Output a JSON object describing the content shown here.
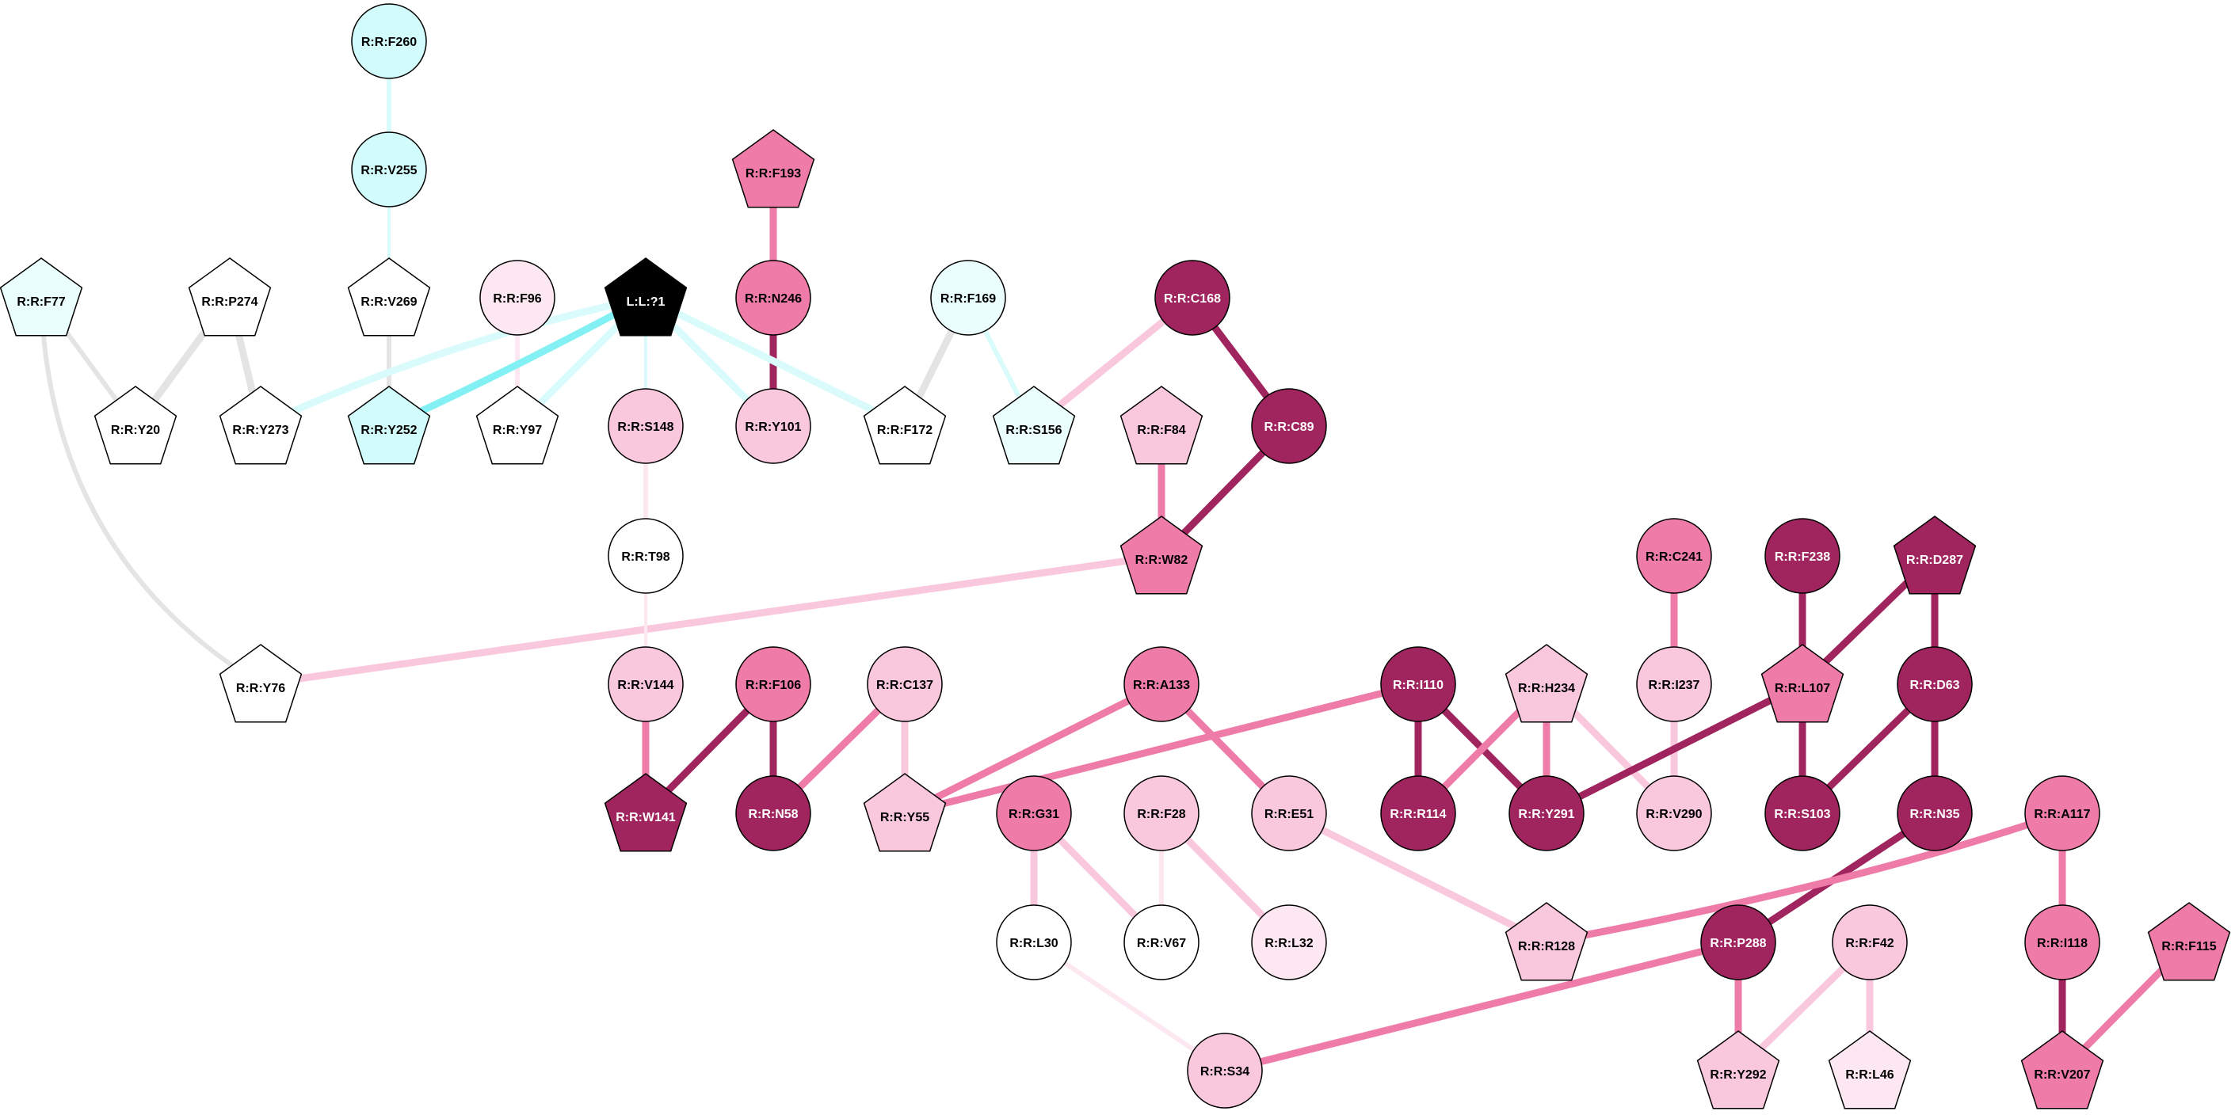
{
  "palette": {
    "white": "#ffffff",
    "cyan_light": "#eafefe",
    "cyan": "#d2fcfc",
    "pink_pale": "#fde8f1",
    "pink_light": "#f9c8dc",
    "pink": "#ef7ba8",
    "magenta_dark": "#a0245d",
    "black": "#000000",
    "edge_gray": "#e4e4e4",
    "edge_cyan_pale": "#d9fbfb",
    "edge_cyan": "#83f1f3"
  },
  "nodes": [
    {
      "id": "F260",
      "label": "R:R:F260",
      "shape": "circle",
      "fill": "cyan"
    },
    {
      "id": "V255",
      "label": "R:R:V255",
      "shape": "circle",
      "fill": "cyan"
    },
    {
      "id": "F193",
      "label": "R:R:F193",
      "shape": "pentagon",
      "fill": "pink"
    },
    {
      "id": "F77",
      "label": "R:R:F77",
      "shape": "pentagon",
      "fill": "cyan_light"
    },
    {
      "id": "P274",
      "label": "R:R:P274",
      "shape": "pentagon",
      "fill": "white"
    },
    {
      "id": "V269",
      "label": "R:R:V269",
      "shape": "pentagon",
      "fill": "white"
    },
    {
      "id": "F96",
      "label": "R:R:F96",
      "shape": "circle",
      "fill": "pink_pale"
    },
    {
      "id": "L1",
      "label": "L:L:?1",
      "shape": "pentagon",
      "fill": "black"
    },
    {
      "id": "N246",
      "label": "R:R:N246",
      "shape": "circle",
      "fill": "pink"
    },
    {
      "id": "F169",
      "label": "R:R:F169",
      "shape": "circle",
      "fill": "cyan_light"
    },
    {
      "id": "C168",
      "label": "R:R:C168",
      "shape": "circle",
      "fill": "magenta_dark"
    },
    {
      "id": "Y20",
      "label": "R:R:Y20",
      "shape": "pentagon",
      "fill": "white"
    },
    {
      "id": "Y273",
      "label": "R:R:Y273",
      "shape": "pentagon",
      "fill": "white"
    },
    {
      "id": "Y252",
      "label": "R:R:Y252",
      "shape": "pentagon",
      "fill": "cyan"
    },
    {
      "id": "Y97",
      "label": "R:R:Y97",
      "shape": "pentagon",
      "fill": "white"
    },
    {
      "id": "S148",
      "label": "R:R:S148",
      "shape": "circle",
      "fill": "pink_light"
    },
    {
      "id": "Y101",
      "label": "R:R:Y101",
      "shape": "circle",
      "fill": "pink_light"
    },
    {
      "id": "F172",
      "label": "R:R:F172",
      "shape": "pentagon",
      "fill": "white"
    },
    {
      "id": "S156",
      "label": "R:R:S156",
      "shape": "pentagon",
      "fill": "cyan_light"
    },
    {
      "id": "F84",
      "label": "R:R:F84",
      "shape": "pentagon",
      "fill": "pink_light"
    },
    {
      "id": "C89",
      "label": "R:R:C89",
      "shape": "circle",
      "fill": "magenta_dark"
    },
    {
      "id": "T98",
      "label": "R:R:T98",
      "shape": "circle",
      "fill": "white"
    },
    {
      "id": "W82",
      "label": "R:R:W82",
      "shape": "pentagon",
      "fill": "pink"
    },
    {
      "id": "C241",
      "label": "R:R:C241",
      "shape": "circle",
      "fill": "pink"
    },
    {
      "id": "F238",
      "label": "R:R:F238",
      "shape": "circle",
      "fill": "magenta_dark"
    },
    {
      "id": "D287",
      "label": "R:R:D287",
      "shape": "pentagon",
      "fill": "magenta_dark"
    },
    {
      "id": "Y76",
      "label": "R:R:Y76",
      "shape": "pentagon",
      "fill": "white"
    },
    {
      "id": "V144",
      "label": "R:R:V144",
      "shape": "circle",
      "fill": "pink_light"
    },
    {
      "id": "F106",
      "label": "R:R:F106",
      "shape": "circle",
      "fill": "pink"
    },
    {
      "id": "C137",
      "label": "R:R:C137",
      "shape": "circle",
      "fill": "pink_light"
    },
    {
      "id": "A133",
      "label": "R:R:A133",
      "shape": "circle",
      "fill": "pink"
    },
    {
      "id": "I110",
      "label": "R:R:I110",
      "shape": "circle",
      "fill": "magenta_dark"
    },
    {
      "id": "H234",
      "label": "R:R:H234",
      "shape": "pentagon",
      "fill": "pink_light"
    },
    {
      "id": "I237",
      "label": "R:R:I237",
      "shape": "circle",
      "fill": "pink_light"
    },
    {
      "id": "L107",
      "label": "R:R:L107",
      "shape": "pentagon",
      "fill": "pink"
    },
    {
      "id": "D63",
      "label": "R:R:D63",
      "shape": "circle",
      "fill": "magenta_dark"
    },
    {
      "id": "W141",
      "label": "R:R:W141",
      "shape": "pentagon",
      "fill": "magenta_dark"
    },
    {
      "id": "N58",
      "label": "R:R:N58",
      "shape": "circle",
      "fill": "magenta_dark"
    },
    {
      "id": "Y55",
      "label": "R:R:Y55",
      "shape": "pentagon",
      "fill": "pink_light"
    },
    {
      "id": "G31",
      "label": "R:R:G31",
      "shape": "circle",
      "fill": "pink"
    },
    {
      "id": "F28",
      "label": "R:R:F28",
      "shape": "circle",
      "fill": "pink_light"
    },
    {
      "id": "E51",
      "label": "R:R:E51",
      "shape": "circle",
      "fill": "pink_light"
    },
    {
      "id": "R114",
      "label": "R:R:R114",
      "shape": "circle",
      "fill": "magenta_dark"
    },
    {
      "id": "Y291",
      "label": "R:R:Y291",
      "shape": "circle",
      "fill": "magenta_dark"
    },
    {
      "id": "V290",
      "label": "R:R:V290",
      "shape": "circle",
      "fill": "pink_light"
    },
    {
      "id": "S103",
      "label": "R:R:S103",
      "shape": "circle",
      "fill": "magenta_dark"
    },
    {
      "id": "N35",
      "label": "R:R:N35",
      "shape": "circle",
      "fill": "magenta_dark"
    },
    {
      "id": "A117",
      "label": "R:R:A117",
      "shape": "circle",
      "fill": "pink"
    },
    {
      "id": "L30",
      "label": "R:R:L30",
      "shape": "circle",
      "fill": "white"
    },
    {
      "id": "V67",
      "label": "R:R:V67",
      "shape": "circle",
      "fill": "white"
    },
    {
      "id": "L32",
      "label": "R:R:L32",
      "shape": "circle",
      "fill": "pink_pale"
    },
    {
      "id": "R128",
      "label": "R:R:R128",
      "shape": "pentagon",
      "fill": "pink_light"
    },
    {
      "id": "P288",
      "label": "R:R:P288",
      "shape": "circle",
      "fill": "magenta_dark"
    },
    {
      "id": "F42",
      "label": "R:R:F42",
      "shape": "circle",
      "fill": "pink_light"
    },
    {
      "id": "I118",
      "label": "R:R:I118",
      "shape": "circle",
      "fill": "pink"
    },
    {
      "id": "F115",
      "label": "R:R:F115",
      "shape": "pentagon",
      "fill": "pink"
    },
    {
      "id": "S34",
      "label": "R:R:S34",
      "shape": "circle",
      "fill": "pink_light"
    },
    {
      "id": "Y292",
      "label": "R:R:Y292",
      "shape": "pentagon",
      "fill": "pink_light"
    },
    {
      "id": "L46",
      "label": "R:R:L46",
      "shape": "pentagon",
      "fill": "pink_pale"
    },
    {
      "id": "V207",
      "label": "R:R:V207",
      "shape": "pentagon",
      "fill": "pink"
    }
  ],
  "edges": [
    {
      "source": "F260",
      "target": "V255",
      "color": "edge_cyan_pale",
      "weight": "medium"
    },
    {
      "source": "V255",
      "target": "V269",
      "color": "edge_cyan_pale",
      "weight": "thin"
    },
    {
      "source": "V269",
      "target": "Y252",
      "color": "edge_gray",
      "weight": "medium"
    },
    {
      "source": "F193",
      "target": "N246",
      "color": "pink",
      "weight": "thick"
    },
    {
      "source": "N246",
      "target": "Y101",
      "color": "magenta_dark",
      "weight": "thick"
    },
    {
      "source": "F77",
      "target": "Y20",
      "color": "edge_gray",
      "weight": "medium"
    },
    {
      "source": "F77",
      "target": "Y76",
      "color": "edge_gray",
      "weight": "medium",
      "curved": true
    },
    {
      "source": "P274",
      "target": "Y20",
      "color": "edge_gray",
      "weight": "thick"
    },
    {
      "source": "P274",
      "target": "Y273",
      "color": "edge_gray",
      "weight": "thick"
    },
    {
      "source": "F96",
      "target": "Y97",
      "color": "pink_pale",
      "weight": "medium"
    },
    {
      "source": "L1",
      "target": "Y273",
      "color": "edge_cyan_pale",
      "weight": "thick",
      "curved": true
    },
    {
      "source": "L1",
      "target": "Y252",
      "color": "edge_cyan",
      "weight": "thick",
      "curved": true
    },
    {
      "source": "L1",
      "target": "Y97",
      "color": "edge_cyan_pale",
      "weight": "thick"
    },
    {
      "source": "L1",
      "target": "S148",
      "color": "edge_cyan_pale",
      "weight": "thin"
    },
    {
      "source": "L1",
      "target": "Y101",
      "color": "edge_cyan_pale",
      "weight": "thick"
    },
    {
      "source": "L1",
      "target": "F172",
      "color": "edge_cyan_pale",
      "weight": "thick"
    },
    {
      "source": "F169",
      "target": "F172",
      "color": "edge_gray",
      "weight": "thick"
    },
    {
      "source": "F169",
      "target": "S156",
      "color": "edge_cyan_pale",
      "weight": "medium"
    },
    {
      "source": "C168",
      "target": "S156",
      "color": "pink_light",
      "weight": "thick"
    },
    {
      "source": "C168",
      "target": "C89",
      "color": "magenta_dark",
      "weight": "thick"
    },
    {
      "source": "C89",
      "target": "W82",
      "color": "magenta_dark",
      "weight": "thick"
    },
    {
      "source": "F84",
      "target": "W82",
      "color": "pink",
      "weight": "thick"
    },
    {
      "source": "W82",
      "target": "Y76",
      "color": "pink_light",
      "weight": "thick"
    },
    {
      "source": "S148",
      "target": "T98",
      "color": "pink_pale",
      "weight": "medium"
    },
    {
      "source": "T98",
      "target": "V144",
      "color": "pink_pale",
      "weight": "thin"
    },
    {
      "source": "V144",
      "target": "W141",
      "color": "pink",
      "weight": "thick"
    },
    {
      "source": "F106",
      "target": "W141",
      "color": "magenta_dark",
      "weight": "thick"
    },
    {
      "source": "F106",
      "target": "N58",
      "color": "magenta_dark",
      "weight": "thick"
    },
    {
      "source": "C137",
      "target": "N58",
      "color": "pink",
      "weight": "thick"
    },
    {
      "source": "C137",
      "target": "Y55",
      "color": "pink_light",
      "weight": "thick"
    },
    {
      "source": "A133",
      "target": "Y55",
      "color": "pink",
      "weight": "thick"
    },
    {
      "source": "I110",
      "target": "Y55",
      "color": "pink",
      "weight": "thick"
    },
    {
      "source": "A133",
      "target": "E51",
      "color": "pink",
      "weight": "thick"
    },
    {
      "source": "E51",
      "target": "R128",
      "color": "pink_light",
      "weight": "thick"
    },
    {
      "source": "I110",
      "target": "R114",
      "color": "magenta_dark",
      "weight": "thick"
    },
    {
      "source": "I110",
      "target": "Y291",
      "color": "magenta_dark",
      "weight": "thick"
    },
    {
      "source": "H234",
      "target": "R114",
      "color": "pink",
      "weight": "thick"
    },
    {
      "source": "H234",
      "target": "Y291",
      "color": "pink",
      "weight": "thick"
    },
    {
      "source": "H234",
      "target": "V290",
      "color": "pink_light",
      "weight": "thick"
    },
    {
      "source": "C241",
      "target": "I237",
      "color": "pink",
      "weight": "thick"
    },
    {
      "source": "I237",
      "target": "V290",
      "color": "pink_light",
      "weight": "thick"
    },
    {
      "source": "F238",
      "target": "L107",
      "color": "magenta_dark",
      "weight": "thick"
    },
    {
      "source": "D287",
      "target": "L107",
      "color": "magenta_dark",
      "weight": "thick"
    },
    {
      "source": "L107",
      "target": "Y291",
      "color": "magenta_dark",
      "weight": "thick"
    },
    {
      "source": "L107",
      "target": "S103",
      "color": "magenta_dark",
      "weight": "thick"
    },
    {
      "source": "D287",
      "target": "D63",
      "color": "magenta_dark",
      "weight": "thick"
    },
    {
      "source": "D63",
      "target": "S103",
      "color": "magenta_dark",
      "weight": "thick"
    },
    {
      "source": "D63",
      "target": "N35",
      "color": "magenta_dark",
      "weight": "thick"
    },
    {
      "source": "N35",
      "target": "P288",
      "color": "magenta_dark",
      "weight": "thick"
    },
    {
      "source": "A117",
      "target": "R128",
      "color": "pink",
      "weight": "thick",
      "curved": true
    },
    {
      "source": "A117",
      "target": "I118",
      "color": "pink",
      "weight": "thick"
    },
    {
      "source": "I118",
      "target": "V207",
      "color": "magenta_dark",
      "weight": "thick"
    },
    {
      "source": "F115",
      "target": "V207",
      "color": "pink",
      "weight": "thick"
    },
    {
      "source": "G31",
      "target": "L30",
      "color": "pink_light",
      "weight": "thick"
    },
    {
      "source": "G31",
      "target": "V67",
      "color": "pink_light",
      "weight": "thick"
    },
    {
      "source": "F28",
      "target": "V67",
      "color": "pink_pale",
      "weight": "medium"
    },
    {
      "source": "F28",
      "target": "L32",
      "color": "pink_light",
      "weight": "thick"
    },
    {
      "source": "L30",
      "target": "S34",
      "color": "pink_pale",
      "weight": "medium"
    },
    {
      "source": "P288",
      "target": "S34",
      "color": "pink",
      "weight": "thick"
    },
    {
      "source": "P288",
      "target": "Y292",
      "color": "pink",
      "weight": "thick"
    },
    {
      "source": "F42",
      "target": "Y292",
      "color": "pink_light",
      "weight": "thick"
    },
    {
      "source": "F42",
      "target": "L46",
      "color": "pink_light",
      "weight": "thick"
    }
  ]
}
